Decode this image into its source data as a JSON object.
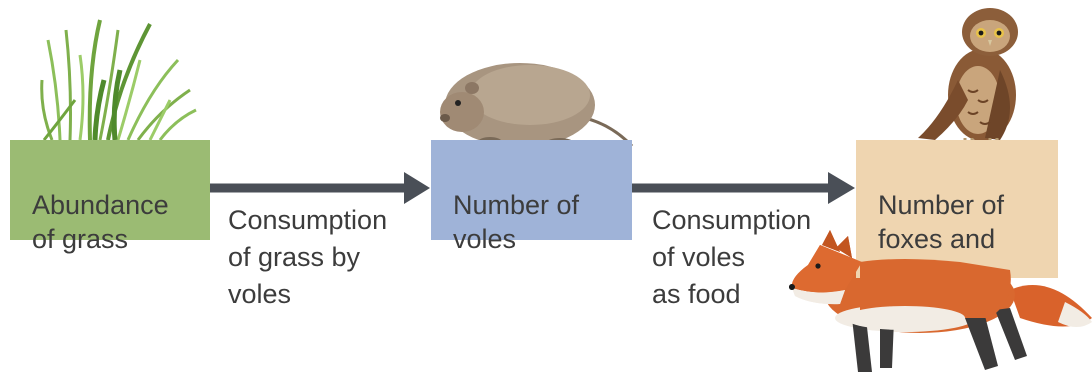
{
  "nodes": [
    {
      "id": "grass",
      "label": "Abundance\nof grass",
      "color": "#9bbb73"
    },
    {
      "id": "voles",
      "label": "Number of\nvoles",
      "color": "#9fb3d8"
    },
    {
      "id": "predators",
      "label": "Number of\nfoxes and\nowls",
      "color": "#efd5b0"
    }
  ],
  "edges": [
    {
      "from": "grass",
      "to": "voles",
      "label": "Consumption\nof grass by\nvoles"
    },
    {
      "from": "voles",
      "to": "predators",
      "label": "Consumption\nof voles\nas food"
    }
  ],
  "colors": {
    "arrow": "#4a4f57",
    "text": "#3c3c3c"
  },
  "illustrations": [
    "grass-icon",
    "vole-icon",
    "owl-icon",
    "fox-icon"
  ]
}
